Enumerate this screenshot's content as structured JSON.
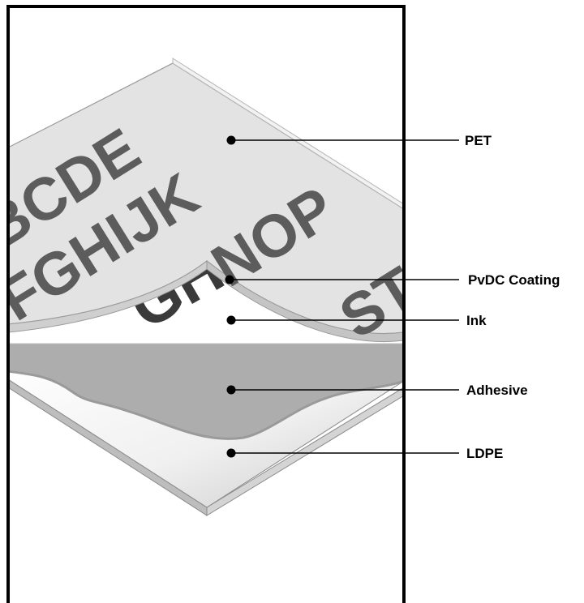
{
  "layers": [
    {
      "id": "pet",
      "label": "PET"
    },
    {
      "id": "pvdc",
      "label": "PvDC Coating"
    },
    {
      "id": "ink",
      "label": "Ink"
    },
    {
      "id": "adhesive",
      "label": "Adhesive"
    },
    {
      "id": "ldpe",
      "label": "LDPE"
    }
  ],
  "printed_rows": [
    "BCDE",
    "FGHIJK",
    "NOP",
    "ST"
  ],
  "under_rows": [
    "GH"
  ],
  "colors": {
    "pet": "#e2e2e2",
    "pet_letters": "#5c5c5c",
    "ink_layer": "#ffffff",
    "ink_letters": "#3a3a3a",
    "adhesive": "#adadad",
    "ldpe": "#e8e8e8",
    "frame": "#000000"
  }
}
